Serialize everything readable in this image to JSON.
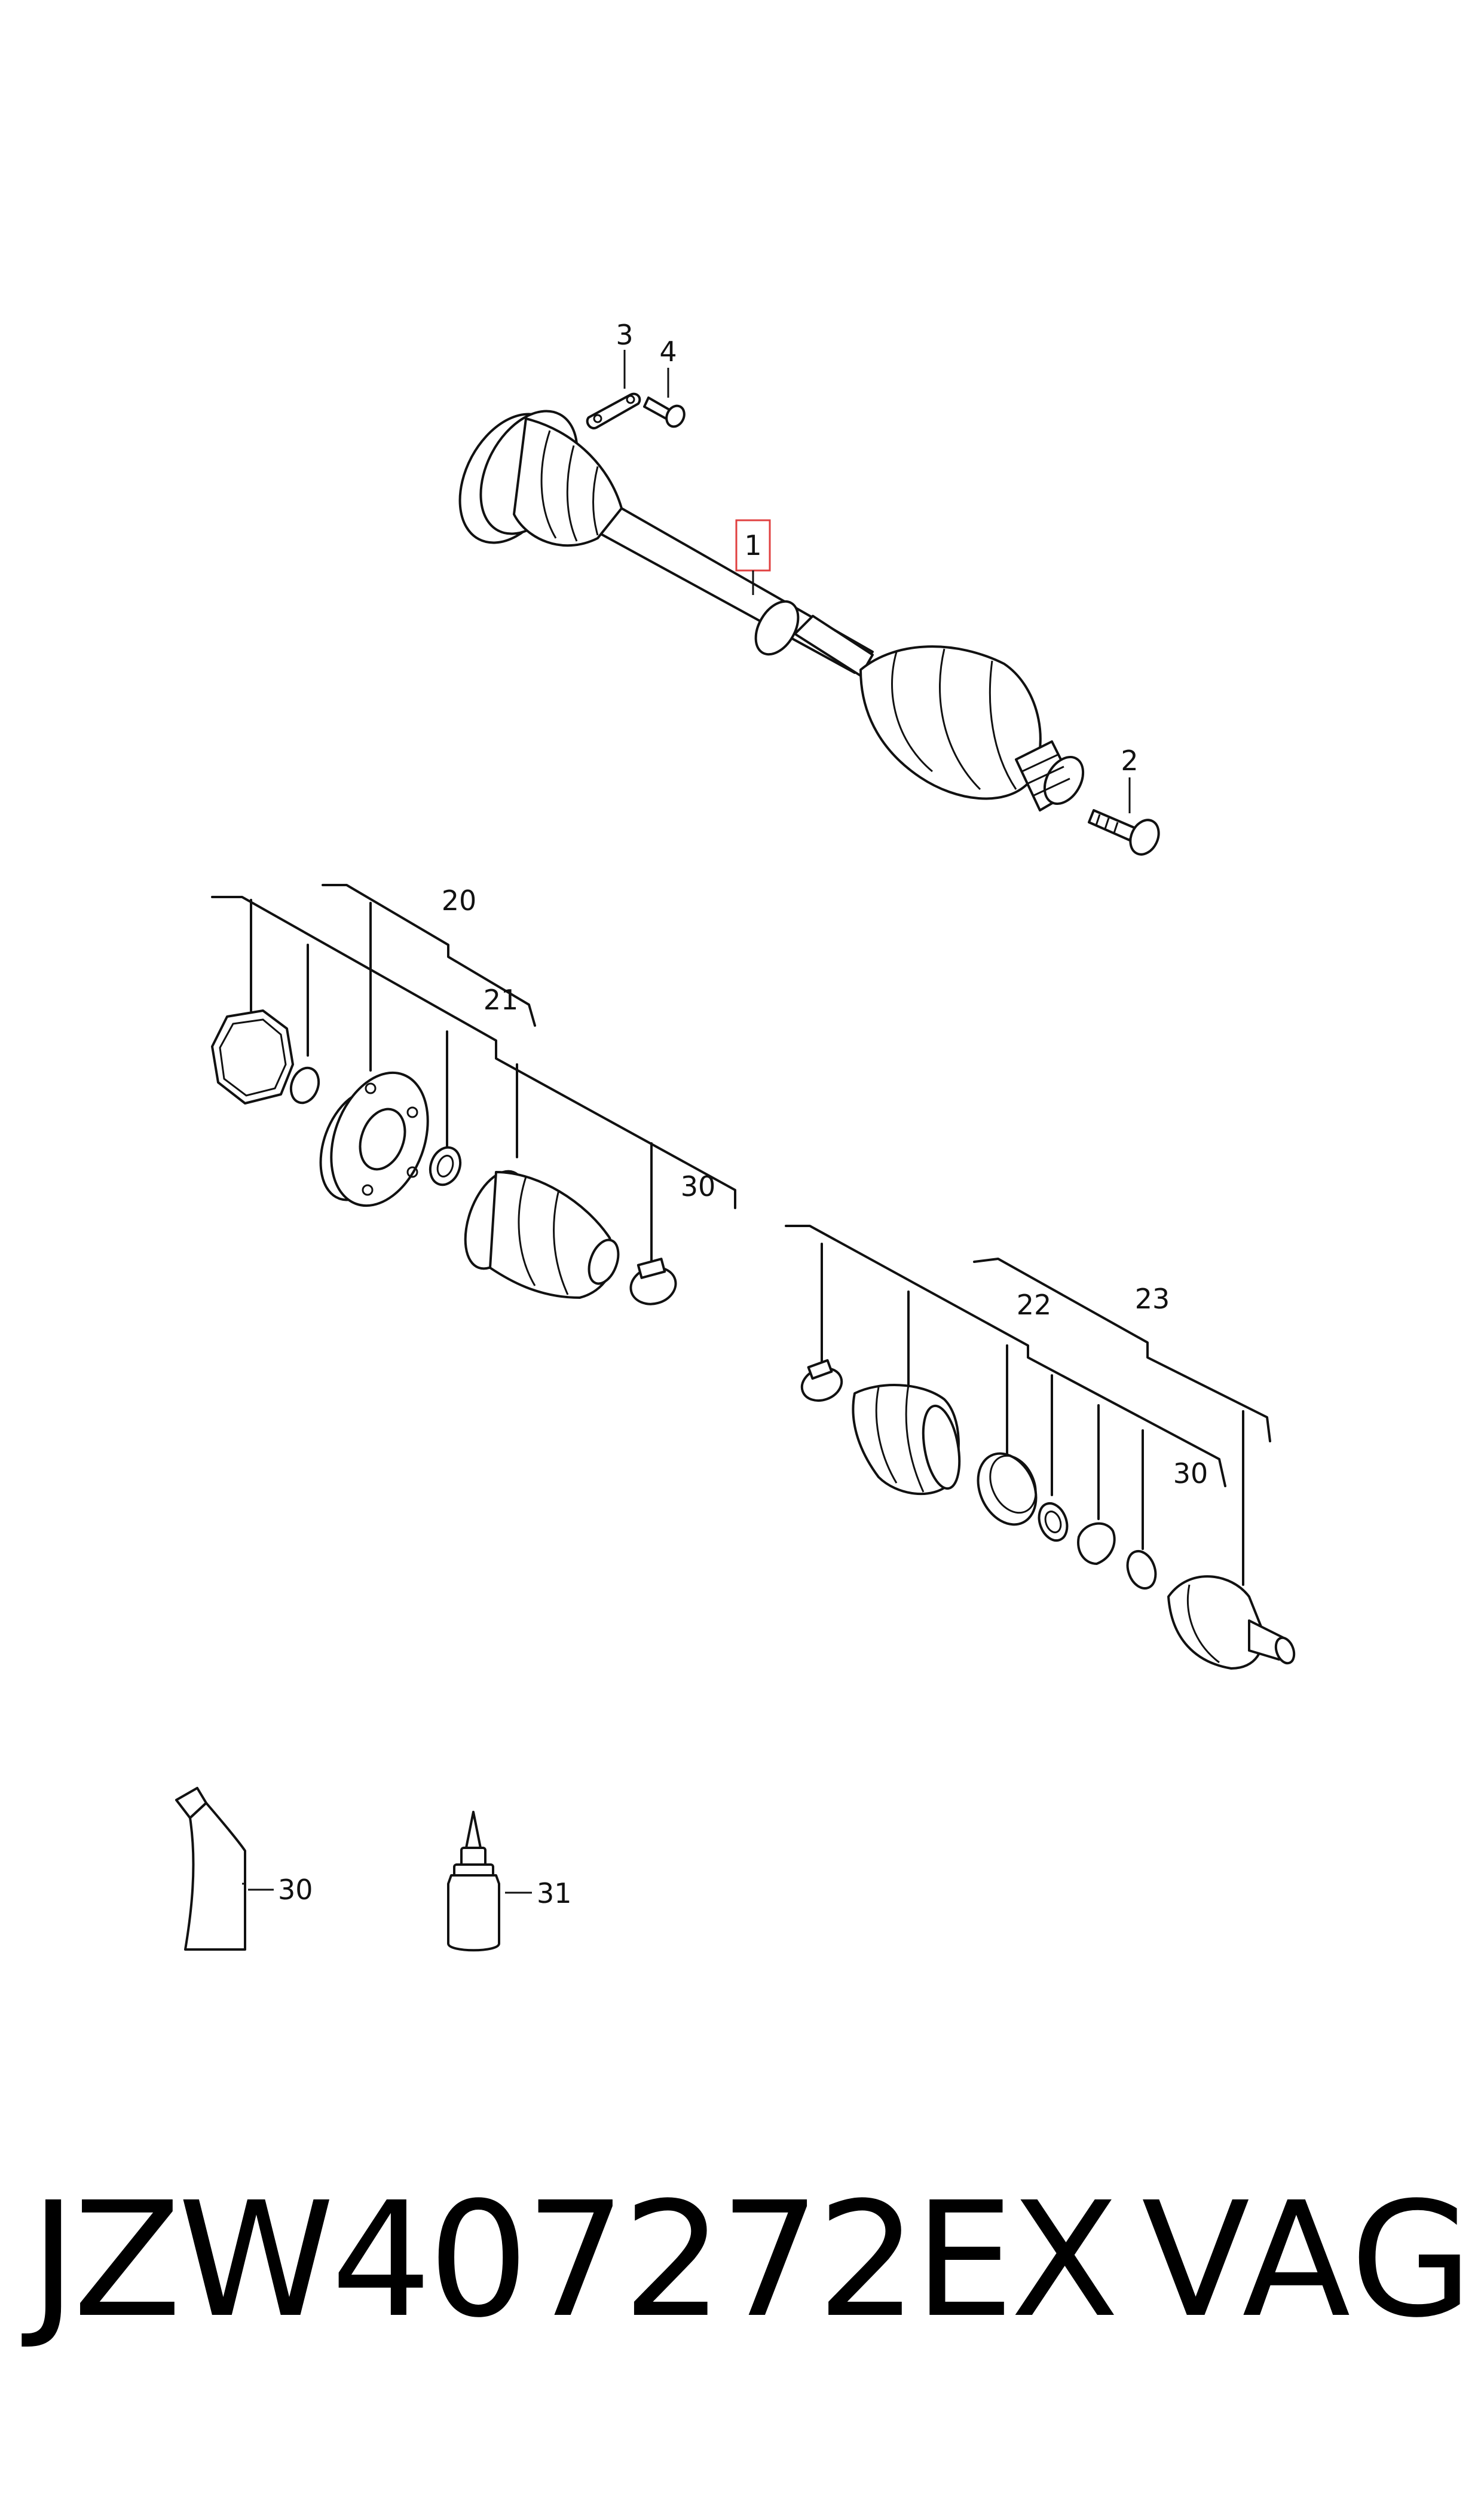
{
  "diagram": {
    "labels": {
      "p1": "1",
      "p2": "2",
      "p3": "3",
      "p4": "4",
      "p20": "20",
      "p21": "21",
      "p22": "22",
      "p23": "23",
      "p30a": "30",
      "p30b": "30",
      "p30c": "30",
      "p31": "31"
    },
    "highlight_color": "#e04040"
  },
  "footer": {
    "part_number": "JZW407272EX",
    "brand": "VAG"
  }
}
